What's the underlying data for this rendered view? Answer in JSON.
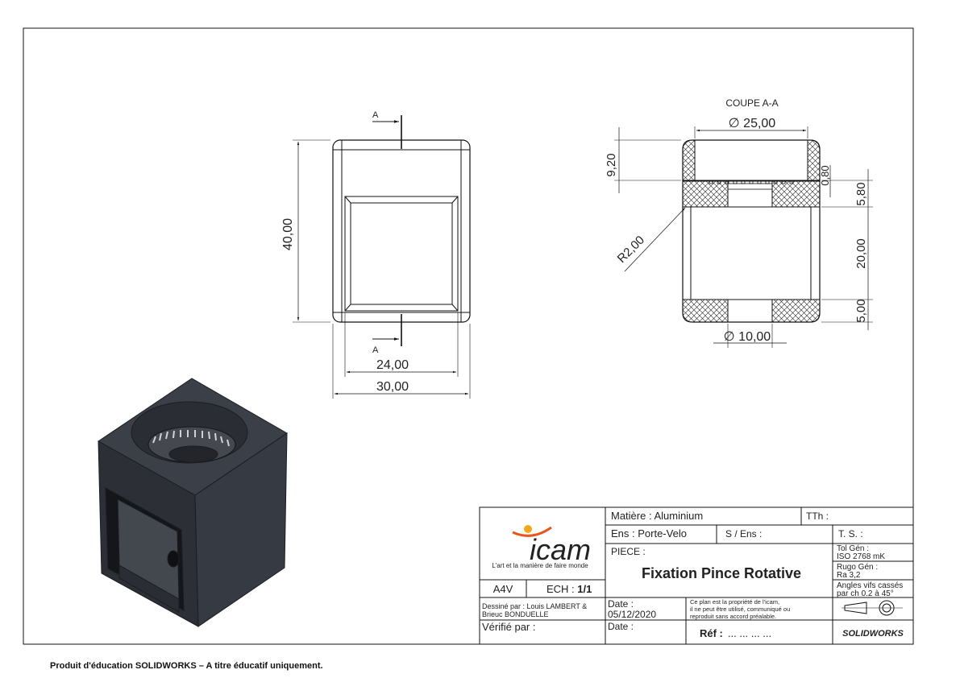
{
  "section": {
    "title": "COUPE A-A",
    "label_top": "A",
    "label_bottom": "A"
  },
  "dimensions": {
    "front_height": "40,00",
    "front_inner_width": "24,00",
    "front_outer_width": "30,00",
    "section_diameter_top": "∅ 25,00",
    "section_depth": "9,20",
    "section_gap": "0,80",
    "section_wall": "5,80",
    "section_bore": "20,00",
    "section_bottom": "5,00",
    "section_radius": "R2,00",
    "section_diameter_bottom": "∅ 10,00"
  },
  "title_block": {
    "logo_text": "icam",
    "logo_tagline": "L'art et la manière de faire monde",
    "material": "Matière : Aluminium",
    "tth": "TTh :",
    "ensemble": "Ens : Porte-Velo",
    "sous_ensemble": "S / Ens :",
    "ts": "T. S. :",
    "piece_label": "PIECE :",
    "piece_name": "Fixation Pince Rotative",
    "tol_gen_1": "Tol Gén :",
    "tol_gen_2": "ISO 2768 mK",
    "rugo_1": "Rugo Gén :",
    "rugo_2": "Ra 3,2",
    "angles_1": "Angles vifs cassés",
    "angles_2": "par ch 0.2 à 45°",
    "format": "A4V",
    "scale_label": "ECH : ",
    "scale_value": "1/1",
    "drawn_by_1": "Dessiné par : Louis LAMBERT &",
    "drawn_by_2": "Brieuc BONDUELLE",
    "date_label": "Date :",
    "date_value": "05/12/2020",
    "property_1": "Ce plan est la propriété de l'icam,",
    "property_2": "il ne peut être utilisé, communiqué ou",
    "property_3": "reproduit sans accord préalable.",
    "verified_by": "Vérifié par :",
    "date2_label": "Date :",
    "ref_label": "Réf :",
    "ref_value": "... ... ... ...",
    "software": "SOLIDWORKS"
  },
  "footer": "Produit d'éducation SOLIDWORKS – A titre éducatif uniquement.",
  "colors": {
    "line": "#1a1a1a",
    "part_dark": "#2e3138",
    "part_mid": "#4a4e57",
    "logo_orange": "#e8561e",
    "logo_yellow": "#f0a81c"
  }
}
